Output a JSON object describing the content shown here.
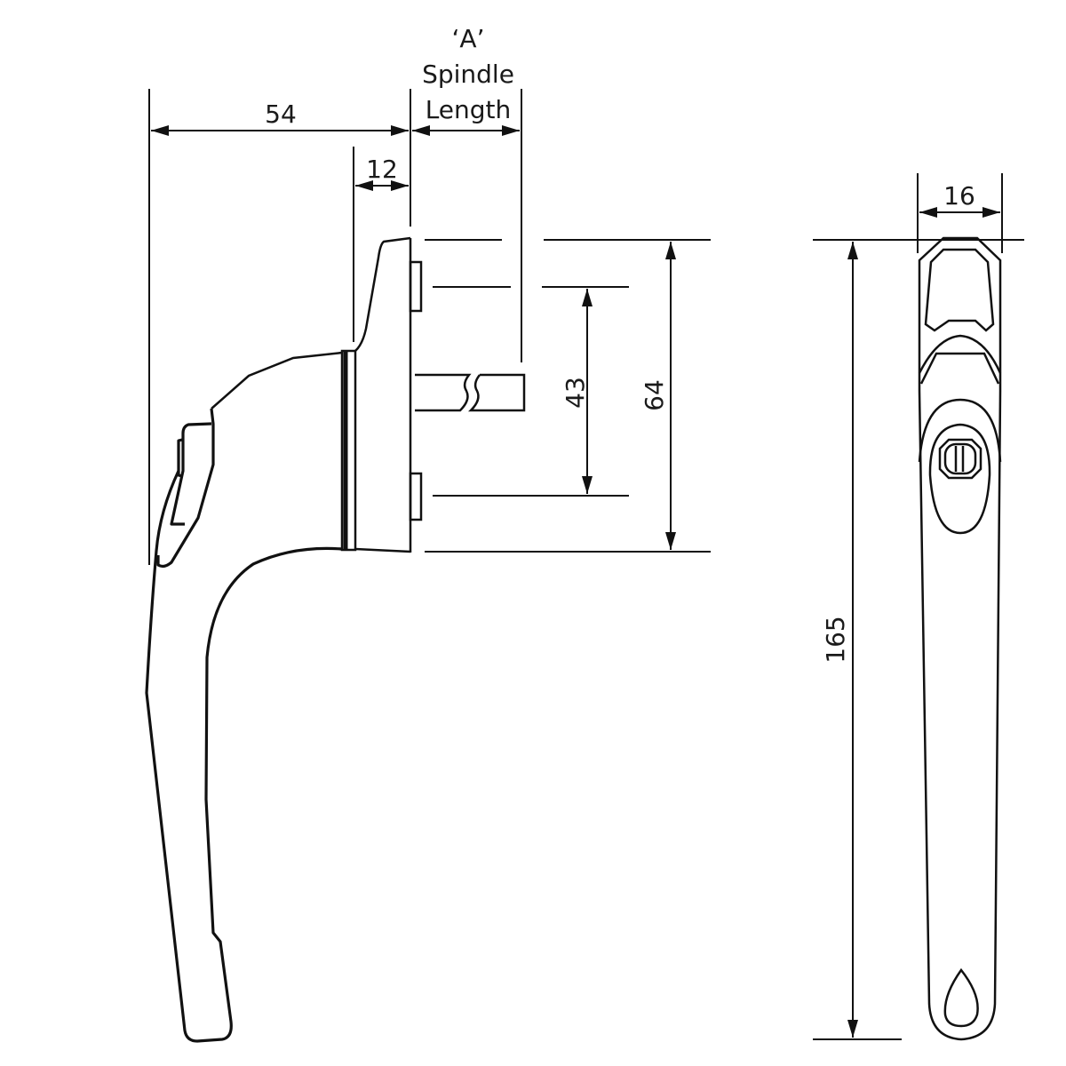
{
  "diagram": {
    "spindle_label": {
      "quote": "‘A’",
      "line1": "Spindle",
      "line2": "Length"
    },
    "dimensions": {
      "overall_projection": "54",
      "rose_depth": "12",
      "fixing_centres": "43",
      "rose_height": "64",
      "handle_width": "16",
      "handle_length": "165"
    },
    "colors": {
      "line": "#111111",
      "background": "#ffffff"
    }
  }
}
